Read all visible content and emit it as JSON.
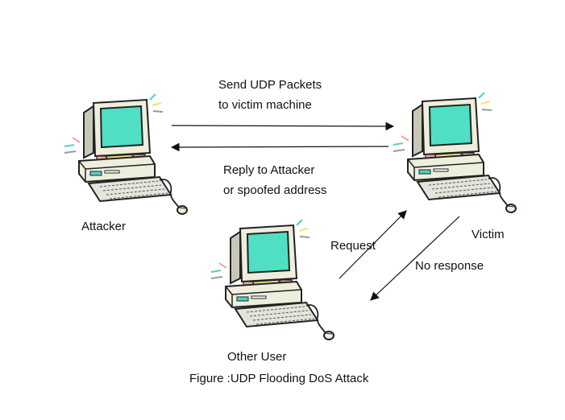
{
  "labels": {
    "send_line1": "Send UDP Packets",
    "send_line2": "to victim machine",
    "reply_line1": "Reply to Attacker",
    "reply_line2": "or spoofed address",
    "attacker": "Attacker",
    "victim": "Victim",
    "other_user": "Other User",
    "request": "Request",
    "no_response": "No response",
    "caption": "Figure :UDP Flooding DoS Attack"
  },
  "colors": {
    "screen": "#4fe0c4",
    "monitor_body": "#eeeedd",
    "monitor_shadow": "#c8c8b8",
    "outline": "#222222",
    "paper": "#f4e38a",
    "keyboard": "#e4e4dc",
    "spark_yellow": "#f2e46e",
    "spark_pink": "#f0a9a0",
    "spark_teal": "#4fd4c1",
    "spark_gray": "#9a9a9a"
  }
}
